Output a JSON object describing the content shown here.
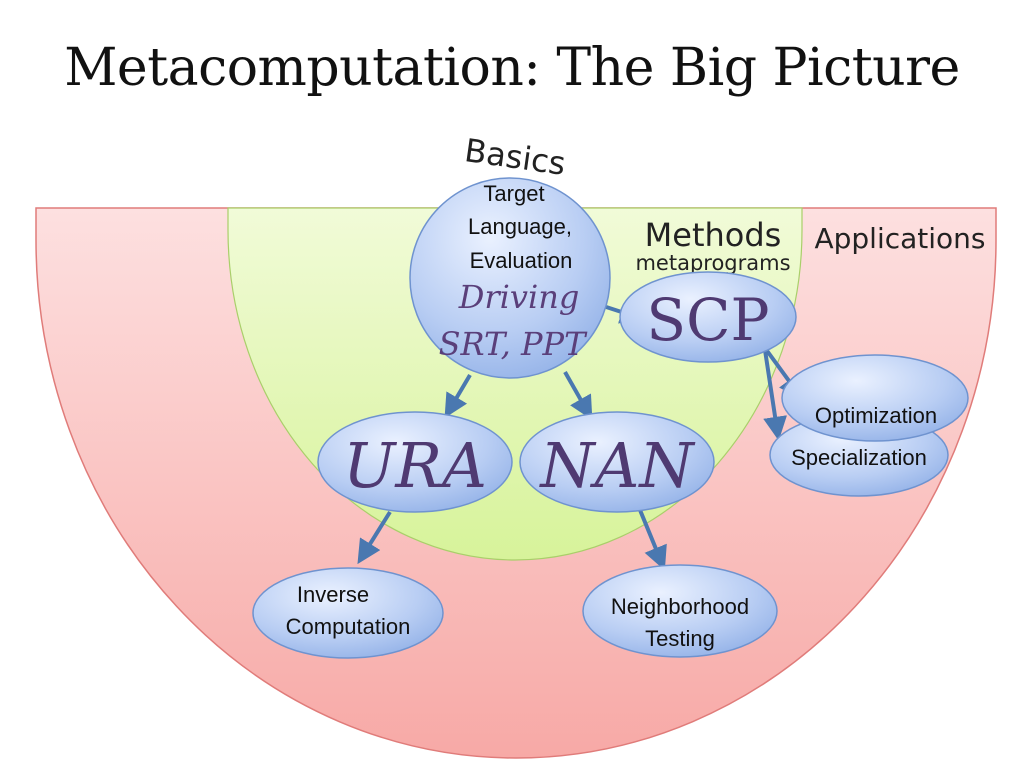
{
  "title": "Metacomputation: The Big Picture",
  "areas": {
    "basics": "Basics",
    "methods": "Methods",
    "methods_sub": "metaprograms",
    "applications": "Applications"
  },
  "basics_node": {
    "line1": "Target",
    "line2": "Language,",
    "line3": "Evaluation",
    "line4": "Driving",
    "line5": "SRT, PPT"
  },
  "method_nodes": {
    "scp": "SCP",
    "ura": "URA",
    "nan": "NAN"
  },
  "application_nodes": {
    "optimization": "Optimization",
    "specialization": "Specialization",
    "inverse_line1": "Inverse",
    "inverse_line2": "Computation",
    "neighborhood_line1": "Neighborhood",
    "neighborhood_line2": "Testing"
  },
  "colors": {
    "applications_fill": "#f9c8c6",
    "methods_fill": "#e3f5b8",
    "node_fill": "#b9cdf2",
    "arrow": "#4a78b0"
  }
}
